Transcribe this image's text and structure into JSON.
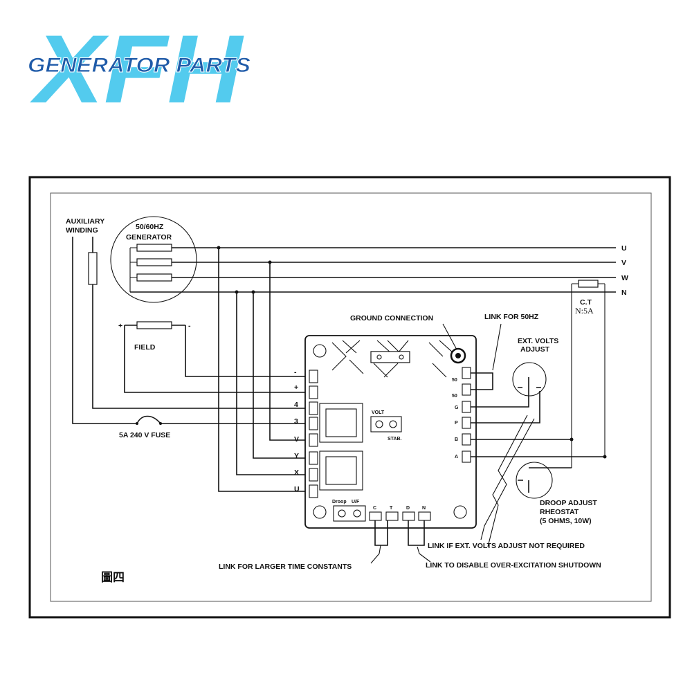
{
  "logo": {
    "big": "XFH",
    "sub": "GENERATOR PARTS",
    "color_big": "#36c3ec",
    "color_sub": "#1e5aa8"
  },
  "generator": {
    "title_line1": "50/60HZ",
    "title_line2": "GENERATOR"
  },
  "aux": {
    "line1": "AUXILIARY",
    "line2": "WINDING"
  },
  "field": {
    "label": "FIELD",
    "plus": "+",
    "minus": "-"
  },
  "fuse": {
    "label": "5A 240 V FUSE"
  },
  "phases": [
    "U",
    "V",
    "W",
    "N"
  ],
  "ct": {
    "label": "C.T",
    "rating": "N:5A"
  },
  "ground": {
    "label": "GROUND  CONNECTION"
  },
  "link50": {
    "label": "LINK FOR 50HZ"
  },
  "ext_volts": {
    "line1": "EXT. VOLTS",
    "line2": "ADJUST"
  },
  "left_terminals": [
    "-",
    "+",
    "4",
    "3",
    "V",
    "Y",
    "X",
    "U"
  ],
  "right_terminals": [
    "50",
    "50",
    "G",
    "P",
    "B",
    "A"
  ],
  "board": {
    "volt": "VOLT",
    "stab": "STAB.",
    "droop": "Droop",
    "uf": "U/F"
  },
  "bottom_terminals": [
    "C",
    "T",
    "D",
    "N"
  ],
  "droop": {
    "line1": "DROOP ADJUST",
    "line2": "RHEOSTAT",
    "line3": "(5 OHMS, 10W)"
  },
  "notes": {
    "ext_link": "LINK IF EXT. VOLTS ADJUST NOT REQUIRED",
    "time_const": "LINK FOR LARGER TIME CONSTANTS",
    "disable": "LINK TO DISABLE OVER-EXCITATION SHUTDOWN"
  },
  "figure_label": "圖四"
}
